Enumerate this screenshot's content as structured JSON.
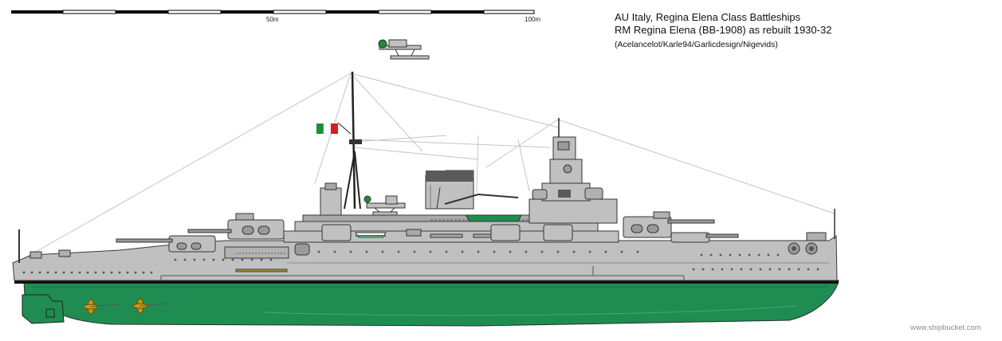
{
  "header": {
    "line1": "AU Italy, Regina Elena Class Battleships",
    "line2": "RM Regina Elena (BB-1908) as rebuilt 1930-32",
    "credits": "(Acelancelot/Karle94/Garlicdesign/Nigevids)"
  },
  "scale_bar": {
    "mid_label": "50m",
    "end_label": "100m"
  },
  "footer": {
    "site": "www.shipbucket.com"
  },
  "colors": {
    "hull_upper": "#c0c0c0",
    "hull_lower": "#1f8c52",
    "outline": "#3a3a3a",
    "deck_dark": "#8e8e8e",
    "propeller": "#c99a17",
    "flag_green": "#1a8f3a",
    "flag_red": "#d41e24"
  }
}
